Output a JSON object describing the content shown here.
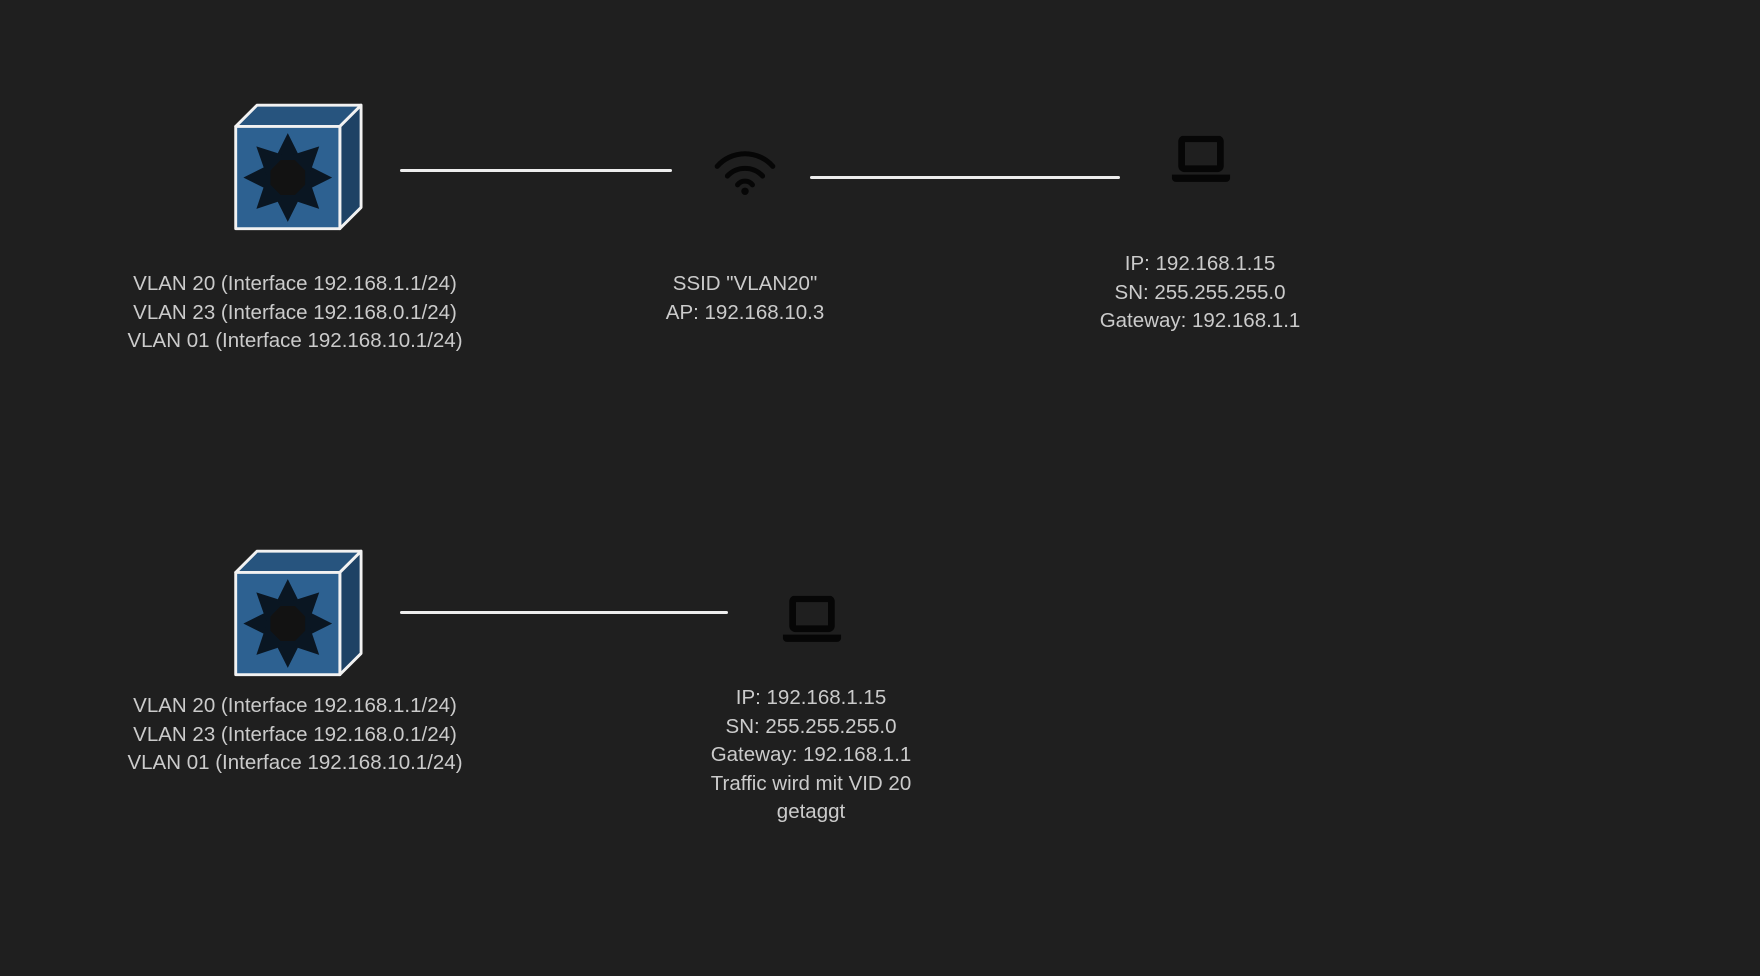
{
  "colors": {
    "background": "#1f1f1f",
    "text": "#cbcbcb",
    "connection_line": "#ededed",
    "switch_front": "#2d6191",
    "switch_top": "#27547e",
    "switch_side": "#1e4265",
    "switch_outline": "#f2f2f2",
    "switch_ring": "#56a0d3",
    "device_icon": "#060606"
  },
  "top_diagram": {
    "switch_labels": [
      "VLAN 20 (Interface 192.168.1.1/24)",
      "VLAN 23 (Interface 192.168.0.1/24)",
      "VLAN 01 (Interface 192.168.10.1/24)"
    ],
    "ap_labels": [
      "SSID \"VLAN20\"",
      "AP: 192.168.10.3"
    ],
    "host_labels": [
      "IP: 192.168.1.15",
      "SN: 255.255.255.0",
      "Gateway: 192.168.1.1"
    ]
  },
  "bottom_diagram": {
    "switch_labels": [
      "VLAN 20 (Interface 192.168.1.1/24)",
      "VLAN 23 (Interface 192.168.0.1/24)",
      "VLAN 01 (Interface 192.168.10.1/24)"
    ],
    "host_labels": [
      "IP: 192.168.1.15",
      "SN: 255.255.255.0",
      "Gateway: 192.168.1.1",
      "Traffic wird mit VID 20",
      "getaggt"
    ]
  }
}
